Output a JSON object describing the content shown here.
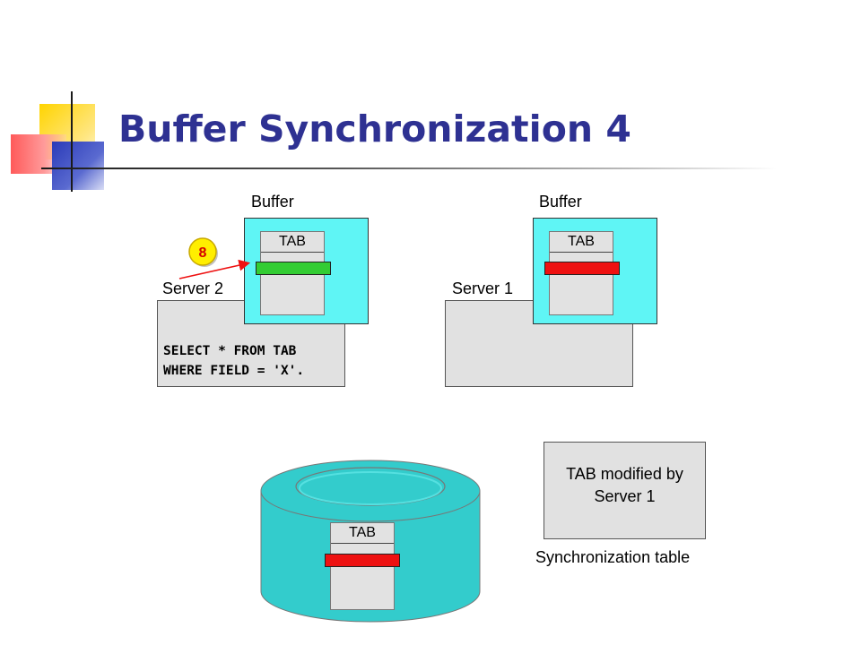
{
  "slide": {
    "title": "Buffer Synchronization 4"
  },
  "server2": {
    "label": "Server 2",
    "buffer_label": "Buffer",
    "tab_label": "TAB",
    "row_status_color": "#33cc33",
    "sql_line1": "SELECT * FROM TAB",
    "sql_line2": "WHERE FIELD = 'X'."
  },
  "server1": {
    "label": "Server 1",
    "buffer_label": "Buffer",
    "tab_label": "TAB",
    "row_status_color": "#ee1111"
  },
  "step": {
    "number": "8"
  },
  "database": {
    "tab_label": "TAB",
    "row_status_color": "#ee1111"
  },
  "sync_table": {
    "text_line1": "TAB modified by",
    "text_line2": "Server 1",
    "caption": "Synchronization table"
  }
}
